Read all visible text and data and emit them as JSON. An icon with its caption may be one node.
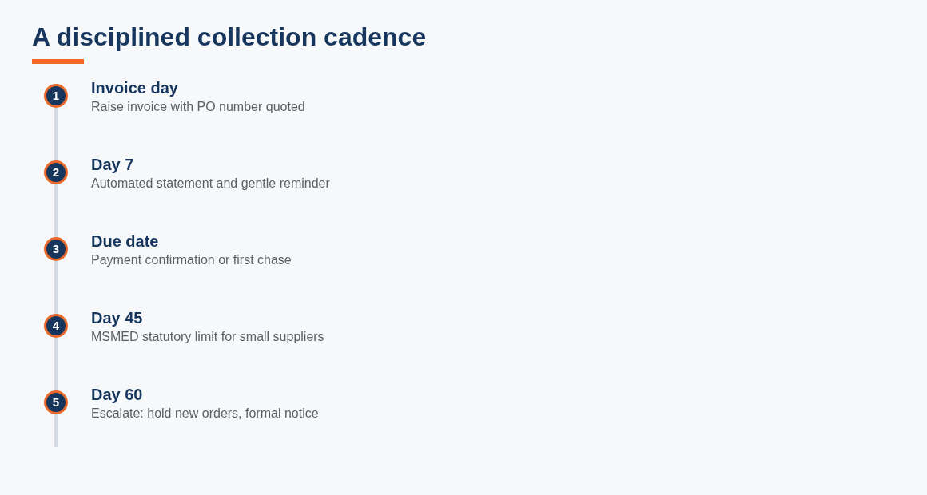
{
  "diagram": {
    "title": "A disciplined collection cadence",
    "nodes": [
      {
        "text": [
          "1"
        ],
        "beside": [
          "Invoice day",
          "Raise invoice with PO number quoted"
        ]
      },
      {
        "text": [
          "2"
        ],
        "beside": [
          "Day 7",
          "Automated statement and gentle reminder"
        ]
      },
      {
        "text": [
          "3"
        ],
        "beside": [
          "Due date",
          "Payment confirmation or first chase"
        ]
      },
      {
        "text": [
          "4"
        ],
        "beside": [
          "Day 45",
          "MSMED statutory limit for small suppliers"
        ]
      },
      {
        "text": [
          "5"
        ],
        "beside": [
          "Day 60",
          "Escalate: hold new orders, formal notice"
        ]
      }
    ],
    "edges": [
      {
        "from": 0,
        "to": 1,
        "arrow": "none"
      },
      {
        "from": 1,
        "to": 2,
        "arrow": "none"
      },
      {
        "from": 2,
        "to": 3,
        "arrow": "none"
      },
      {
        "from": 3,
        "to": 4,
        "arrow": "none"
      },
      {
        "from": 4,
        "to": null,
        "arrow": "none"
      }
    ]
  }
}
